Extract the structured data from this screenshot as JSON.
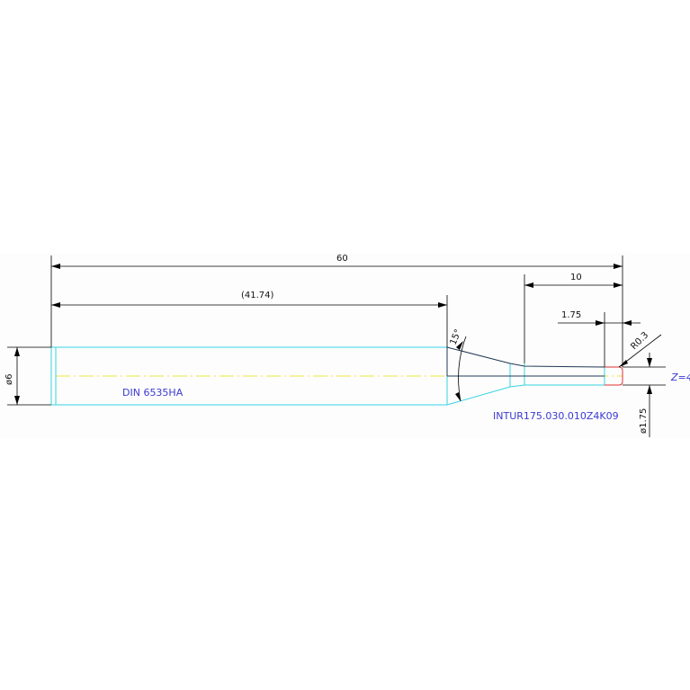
{
  "dimensions": {
    "overall_length": "60",
    "shank_length": "(41.74)",
    "neck_length": "10",
    "flute_length": "1.75",
    "taper_angle": "15°",
    "corner_radius": "R0.3",
    "shank_diameter": "ø6",
    "cutting_diameter": "ø1.75"
  },
  "labels": {
    "standard": "DIN 6535HA",
    "part_number": "INTUR175.030.010Z4K09",
    "flutes": "Z=4"
  },
  "colors": {
    "outline": "#38d4e4",
    "edge": "#1f3a55",
    "centerline": "#e8e000",
    "cutting_tip": "#e03030",
    "annotation": "#3a3ad0"
  }
}
